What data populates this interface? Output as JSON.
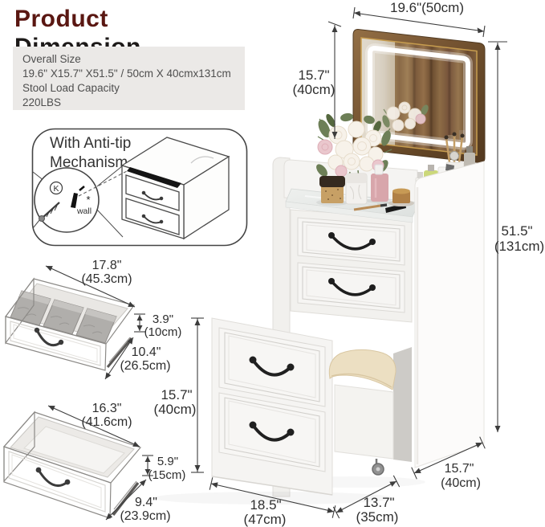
{
  "title": {
    "line1": "Product",
    "line2": "Dimension"
  },
  "info_box": {
    "lines": [
      "Overall Size",
      "19.6\" X15.7\" X51.5\" / 50cm X 40cmx131cm",
      "Stool Load Capacity",
      "220LBS"
    ]
  },
  "anti_tip": {
    "title_line1": "With Anti-tip",
    "title_line2": "Mechanism",
    "key_letter": "K",
    "wall_label": "wall"
  },
  "dimensions": {
    "mirror_width": "19.6\"(50cm)",
    "mirror_height": {
      "in": "15.7\"",
      "cm": "(40cm)"
    },
    "overall_height": {
      "in": "51.5\"",
      "cm": "(131cm)"
    },
    "top_drawer": {
      "width_in": "17.8\"",
      "width_cm": "(45.3cm)",
      "height_in": "3.9\"",
      "height_cm": "(10cm)",
      "depth_in": "10.4\"",
      "depth_cm": "(26.5cm)"
    },
    "bottom_drawer": {
      "width_in": "16.3\"",
      "width_cm": "(41.6cm)",
      "height_in": "5.9\"",
      "height_cm": "(15cm)",
      "depth_in": "9.4\"",
      "depth_cm": "(23.9cm)"
    },
    "cabinet": {
      "height_in": "15.7\"",
      "height_cm": "(40cm)",
      "width_in": "18.5\"",
      "width_cm": "(47cm)",
      "depth_in": "13.7\"",
      "depth_cm": "(35cm)"
    },
    "desk": {
      "depth_in": "15.7\"",
      "depth_cm": "(40cm)"
    }
  },
  "colors": {
    "title_accent": "#5a1712",
    "info_box_bg": "#ebe9e7",
    "wood_frame": "#6e4e2f",
    "led_ring": "#ffffff",
    "cushion": "#ecdfc2",
    "handle": "#202020"
  }
}
